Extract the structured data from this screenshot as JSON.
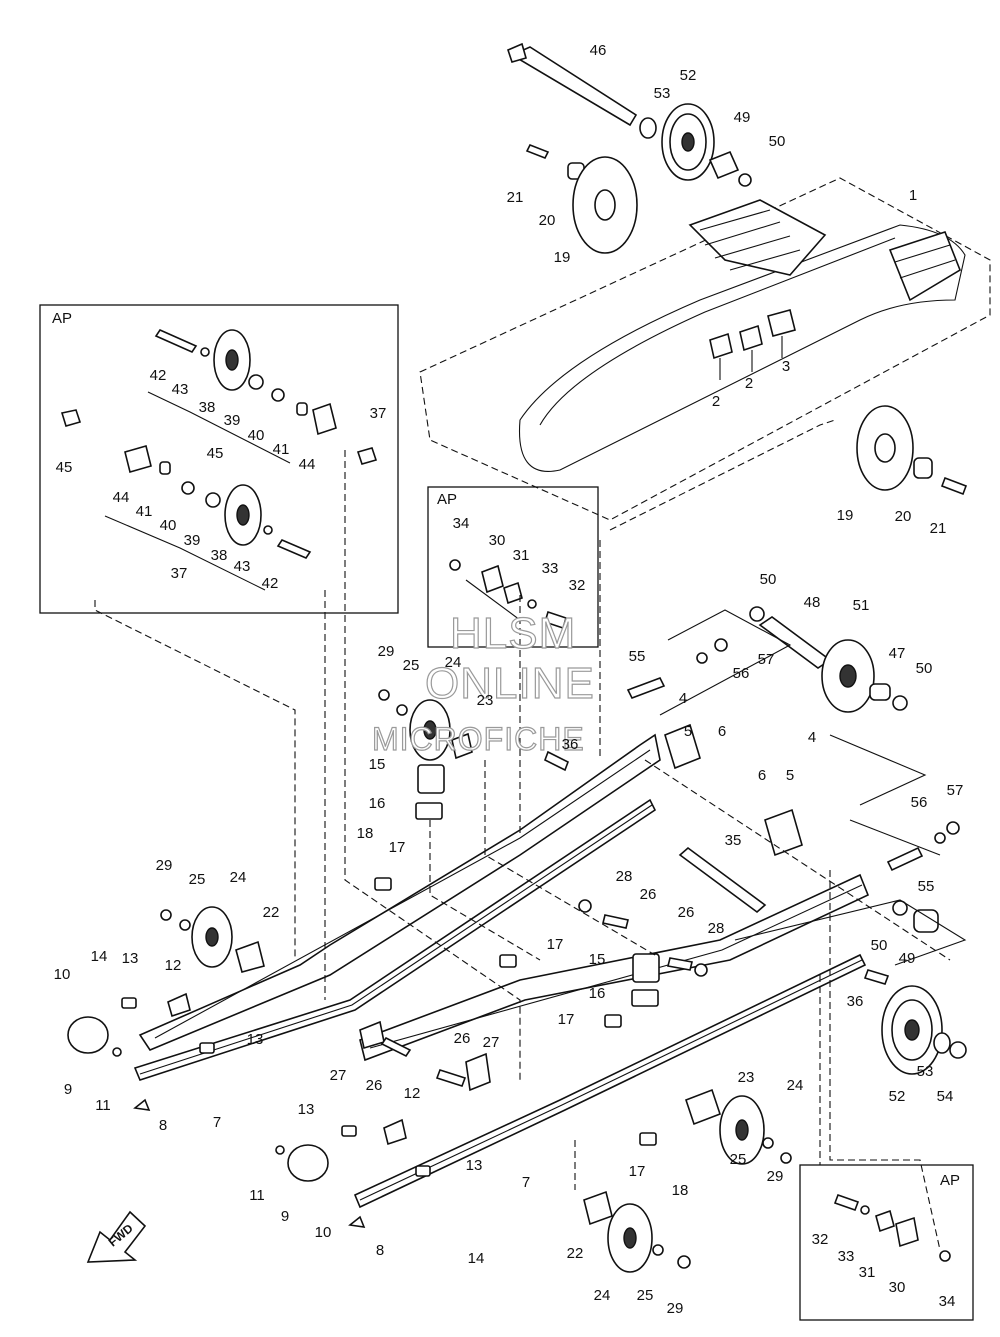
{
  "watermark": {
    "line1": "HLSM",
    "line2": "ONLINE",
    "line3": "MICROFICHE"
  },
  "inset_label": "AP",
  "fwd_label": "FWD",
  "callouts": [
    "46",
    "52",
    "53",
    "49",
    "50",
    "21",
    "20",
    "19",
    "1",
    "2",
    "2",
    "3",
    "19",
    "20",
    "21",
    "42",
    "43",
    "38",
    "39",
    "40",
    "41",
    "44",
    "45",
    "37",
    "45",
    "44",
    "41",
    "40",
    "39",
    "38",
    "43",
    "42",
    "37",
    "34",
    "30",
    "31",
    "33",
    "32",
    "50",
    "48",
    "51",
    "47",
    "50",
    "55",
    "57",
    "56",
    "4",
    "5",
    "6",
    "29",
    "25",
    "24",
    "23",
    "15",
    "16",
    "18",
    "17",
    "36",
    "4",
    "6",
    "5",
    "56",
    "57",
    "55",
    "35",
    "29",
    "25",
    "24",
    "22",
    "14",
    "13",
    "12",
    "10",
    "9",
    "11",
    "8",
    "7",
    "13",
    "28",
    "26",
    "17",
    "26",
    "28",
    "15",
    "16",
    "17",
    "50",
    "49",
    "36",
    "53",
    "54",
    "52",
    "27",
    "26",
    "26",
    "27",
    "12",
    "13",
    "13",
    "11",
    "9",
    "10",
    "8",
    "14",
    "7",
    "23",
    "24",
    "17",
    "18",
    "25",
    "29",
    "22",
    "24",
    "25",
    "29",
    "32",
    "33",
    "31",
    "30",
    "34"
  ]
}
